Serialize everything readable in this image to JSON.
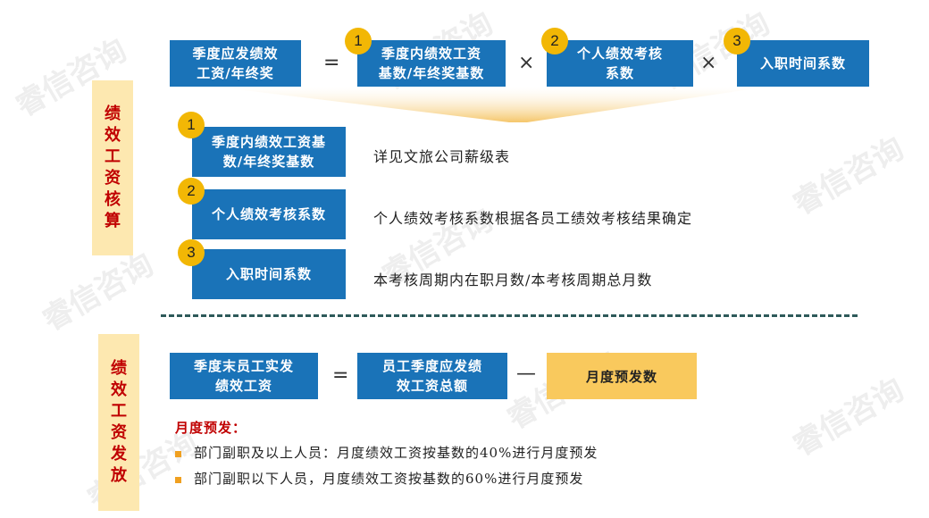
{
  "watermark": "睿信咨询",
  "formula": {
    "result": "季度应发绩效\n工资/年终奖",
    "eq": "=",
    "times": "×",
    "factors": [
      {
        "num": "1",
        "label": "季度内绩效工资\n基数/年终奖基数"
      },
      {
        "num": "2",
        "label": "个人绩效考核\n系数"
      },
      {
        "num": "3",
        "label": "入职时间系数"
      }
    ]
  },
  "section1": {
    "side_label": [
      "绩",
      "效",
      "工",
      "资",
      "核",
      "算"
    ],
    "rows": [
      {
        "num": "1",
        "label": "季度内绩效工资基\n数/年终奖基数",
        "desc": "详见文旅公司薪级表"
      },
      {
        "num": "2",
        "label": "个人绩效考核系数",
        "desc": "个人绩效考核系数根据各员工绩效考核结果确定"
      },
      {
        "num": "3",
        "label": "入职时间系数",
        "desc": "本考核周期内在职月数/本考核周期总月数"
      }
    ]
  },
  "section2": {
    "side_label": [
      "绩",
      "效",
      "工",
      "资",
      "发",
      "放"
    ],
    "left": "季度末员工实发\n绩效工资",
    "eq": "=",
    "middle": "员工季度应发绩\n效工资总额",
    "minus": "—",
    "right": "月度预发数",
    "subtitle": "月度预发：",
    "bullets": [
      "部门副职及以上人员：月度绩效工资按基数的40%进行月度预发",
      "部门副职以下人员，月度绩效工资按基数的60%进行月度预发"
    ]
  },
  "colors": {
    "blue": "#1a73b8",
    "gold": "#f2b705",
    "side_bg": "#fde8b0",
    "red": "#c00000",
    "dash": "#2e5a5a"
  }
}
